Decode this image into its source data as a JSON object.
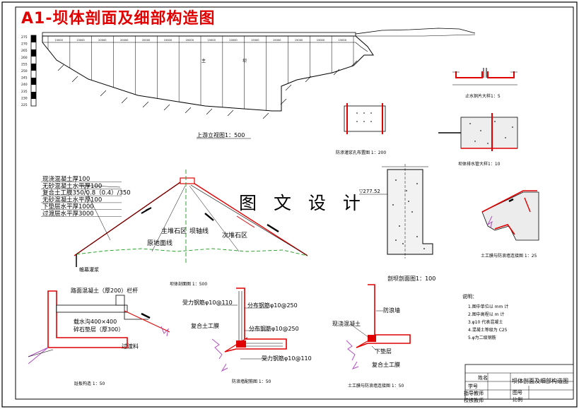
{
  "title": "A1-坝体剖面及细部构造图",
  "watermark": "图 文 设 计",
  "elevation_view": {
    "caption": "上游立视图1：500",
    "block_labels": [
      "15000",
      "15000",
      "20000",
      "20000",
      "20000",
      "15000",
      "20000",
      "15000",
      "20000",
      "15000",
      "15000",
      "15000",
      "15000",
      "15000"
    ],
    "axis_labels": [
      "主",
      "坝"
    ],
    "scale_ticks": [
      "275",
      "270",
      "265",
      "260",
      "255",
      "250",
      "245",
      "240",
      "235",
      "230",
      "225"
    ]
  },
  "waterstop_detail": {
    "caption": "止水铜片大样1：5"
  },
  "grout_detail": {
    "caption": "防渗灌浆孔布置图 1：200"
  },
  "drain_detail": {
    "caption": "坝体排水管大样1：10"
  },
  "dam_section": {
    "caption": "坝体剖面图 1：500",
    "layers": [
      "现浇混凝土厚100",
      "无砂混凝土水平厚100",
      "复合土工膜350/0.8（0.4）/350",
      "无砂混凝土水平厚100",
      "下垫层水平厚1000",
      "过渡层水平厚3000"
    ],
    "labels": {
      "main_zone": "主堆石区",
      "axis": "坝轴线",
      "secondary_zone": "次堆石区",
      "ground": "原地面线",
      "grout": "帷幕灌浆"
    }
  },
  "parapet_section": {
    "caption": "剖坝剖面图1：100",
    "elevation": "▽277.52"
  },
  "plinth_detail": {
    "caption": "土工膜与防浪墙连接图 1：25"
  },
  "toe_detail": {
    "caption": "趾板构造 1：50",
    "labels": [
      "路面混凝土（厚200）栏杆",
      "载水沟400×400",
      "碎石垫层（厚300）",
      "过渡料"
    ]
  },
  "rebar_detail": {
    "caption": "防浪墙配筋图 1：50",
    "labels": [
      "受力钢筋φ10@110",
      "分布钢筋φ10@250",
      "复合土工膜",
      "分布钢筋φ10@250",
      "受力钢筋φ10@110"
    ]
  },
  "wave_wall_detail": {
    "caption": "土工膜与防浪墙连接图 1：50",
    "labels": [
      "防浪墙",
      "现浇混凝土",
      "下垫层",
      "复合土工膜"
    ]
  },
  "notes": {
    "heading": "说明：",
    "items": [
      "1.图中单位以 mm 计",
      "2.图中高程以 m 计",
      "3.φ10  代表混凝土",
      "4.混凝土等级为 C25",
      "5.φ为二级钢筋"
    ]
  },
  "title_block": {
    "rows": [
      "姓名",
      "学号",
      "指导教师",
      "校核教师"
    ],
    "drawing_name": "坝体剖面及细部构造图",
    "fields": [
      "图号",
      "比例"
    ]
  }
}
